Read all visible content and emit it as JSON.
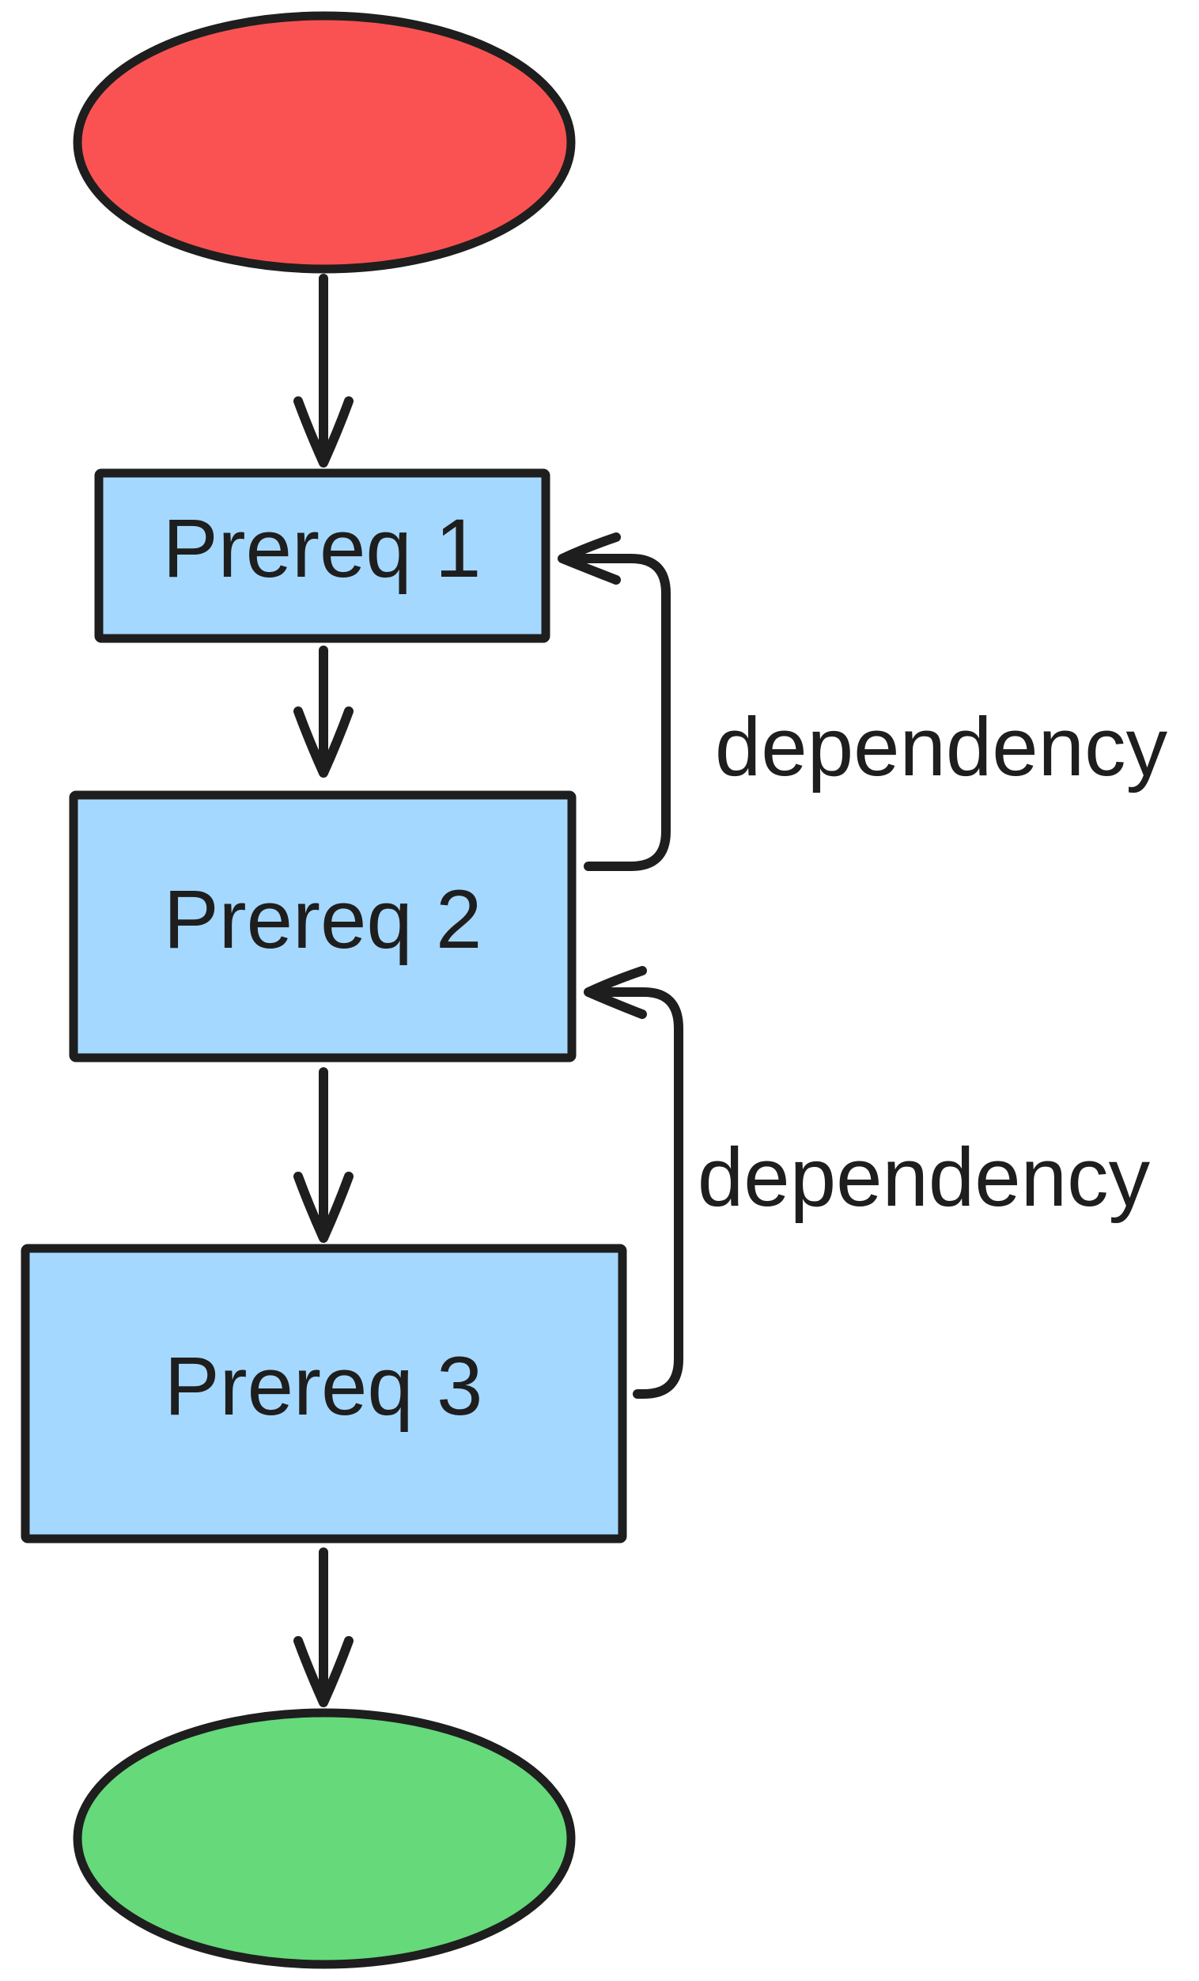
{
  "diagram": {
    "type": "flowchart",
    "direction": "top-down",
    "background": "#ffffff"
  },
  "colors": {
    "ink": "#1e1e1e",
    "start_fill": "#fa5252",
    "prereq_fill": "#a5d8ff",
    "end_fill": "#66d97a"
  },
  "nodes": {
    "start": {
      "shape": "ellipse",
      "label": "",
      "fill": "#fa5252"
    },
    "prereq1": {
      "shape": "rectangle",
      "label": "Prereq 1",
      "fill": "#a5d8ff"
    },
    "prereq2": {
      "shape": "rectangle",
      "label": "Prereq 2",
      "fill": "#a5d8ff"
    },
    "prereq3": {
      "shape": "rectangle",
      "label": "Prereq 3",
      "fill": "#a5d8ff"
    },
    "end": {
      "shape": "ellipse",
      "label": "",
      "fill": "#66d97a"
    }
  },
  "edges": {
    "flow1": {
      "from": "start",
      "to": "prereq1",
      "label": ""
    },
    "flow2": {
      "from": "prereq1",
      "to": "prereq2",
      "label": ""
    },
    "flow3": {
      "from": "prereq2",
      "to": "prereq3",
      "label": ""
    },
    "flow4": {
      "from": "prereq3",
      "to": "end",
      "label": ""
    },
    "dep1": {
      "from": "prereq2",
      "to": "prereq1",
      "label": "dependency"
    },
    "dep2": {
      "from": "prereq3",
      "to": "prereq2",
      "label": "dependency"
    }
  }
}
